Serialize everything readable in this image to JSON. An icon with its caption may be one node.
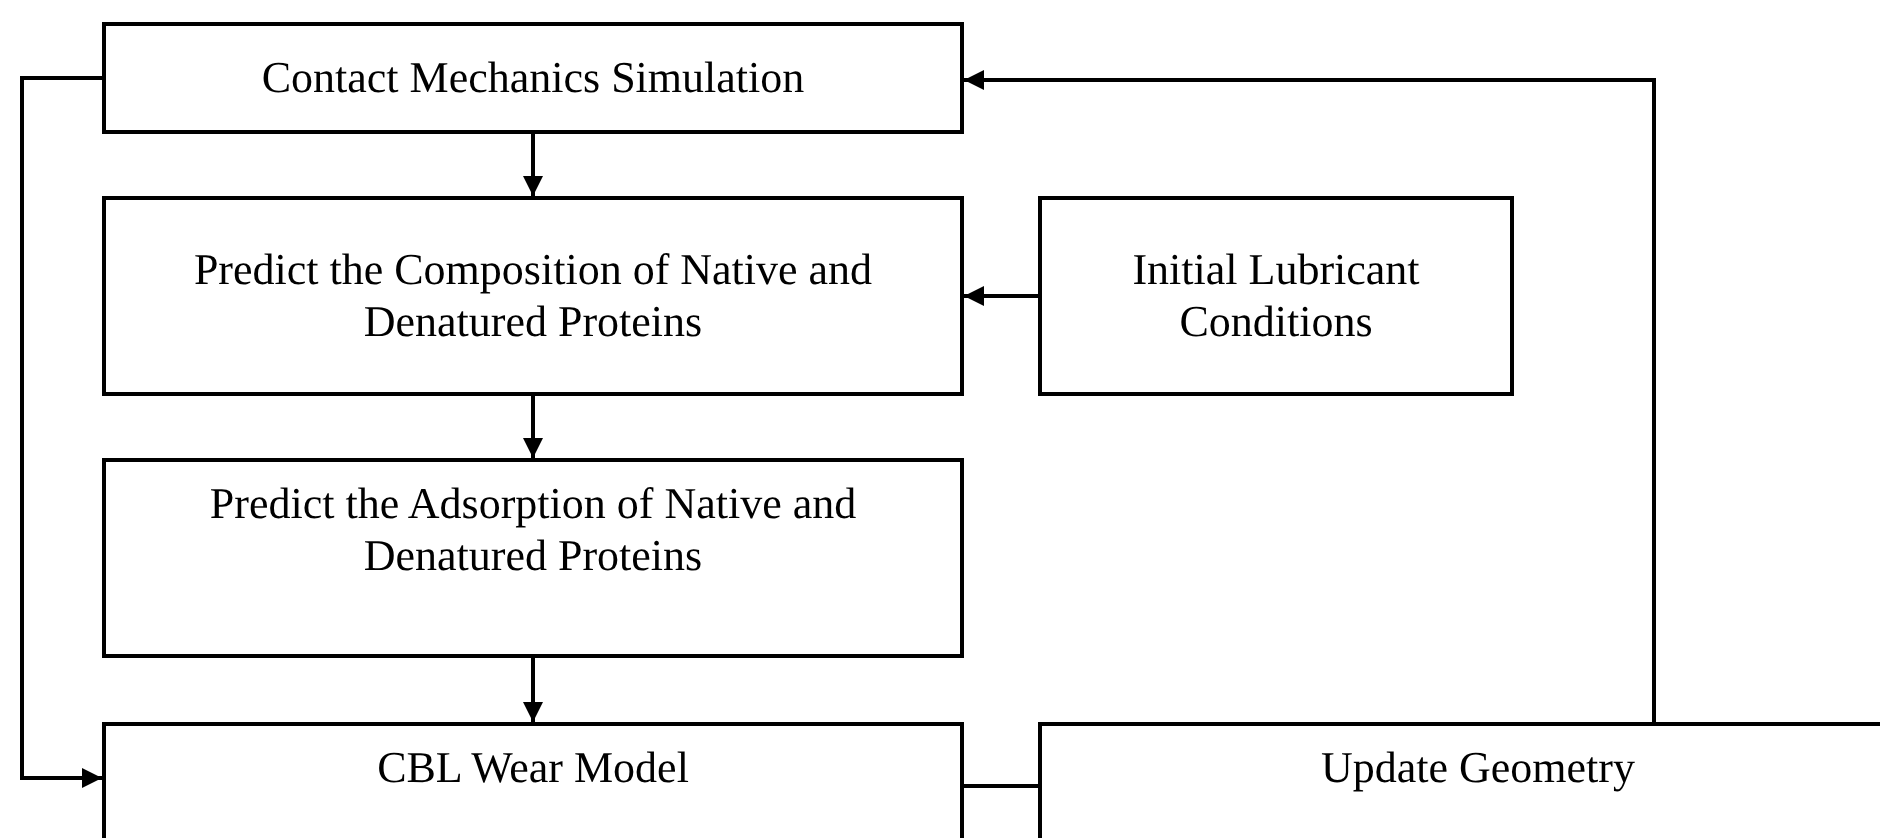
{
  "diagram": {
    "nodes": [
      {
        "text": [
          "Contact Mechanics Simulation"
        ]
      },
      {
        "text": [
          "Predict the Composition of Native and Denatured Proteins"
        ]
      },
      {
        "text": [
          "Initial Lubricant Conditions"
        ]
      },
      {
        "text": [
          "Predict the Adsorption of Native and Denatured Proteins"
        ]
      },
      {
        "text": [
          "CBL Wear Model"
        ]
      },
      {
        "text": [
          "Update Geometry"
        ]
      }
    ],
    "edges": [
      {
        "from": 0,
        "to": 1,
        "arrow": "to"
      },
      {
        "from": 2,
        "to": 1,
        "arrow": "to"
      },
      {
        "from": 1,
        "to": 3,
        "arrow": "to"
      },
      {
        "from": 3,
        "to": 4,
        "arrow": "to"
      },
      {
        "from": 0,
        "to": 4,
        "arrow": "to"
      },
      {
        "from": 4,
        "to": 5,
        "arrow": "none"
      },
      {
        "from": 5,
        "to": 0,
        "arrow": "to"
      }
    ]
  }
}
